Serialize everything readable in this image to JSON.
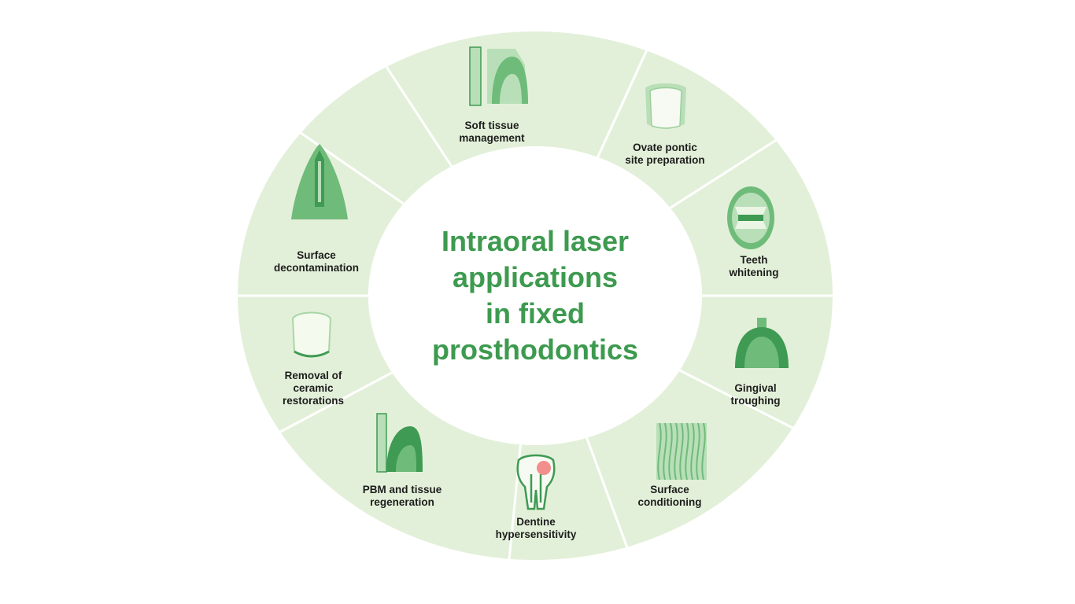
{
  "title": "Intraoral laser\napplications\nin fixed\nprosthodontics",
  "colors": {
    "ring_fill": "#e3f0d9",
    "ring_divider": "#ffffff",
    "center_fill": "#ffffff",
    "title_text": "#3d9a4f",
    "icon_dark": "#3f9a53",
    "icon_mid": "#6fbb7a",
    "icon_light": "#b9dfb9",
    "label_text": "#1d1d1d"
  },
  "segments": [
    {
      "name": "soft-tissue-management",
      "label": "Soft tissue\nmanagement",
      "icon": "soft-tissue-icon"
    },
    {
      "name": "ovate-pontic-site-preparation",
      "label": "Ovate pontic\nsite preparation",
      "icon": "crown-icon"
    },
    {
      "name": "teeth-whitening",
      "label": "Teeth\nwhitening",
      "icon": "open-mouth-icon"
    },
    {
      "name": "gingival-troughing",
      "label": "Gingival\ntroughing",
      "icon": "impression-tray-icon"
    },
    {
      "name": "surface-conditioning",
      "label": "Surface\nconditioning",
      "icon": "enamel-texture-icon"
    },
    {
      "name": "dentine-hypersensitivity",
      "label": "Dentine\nhypersensitivity",
      "icon": "sensitive-tooth-icon"
    },
    {
      "name": "pbm-and-tissue-regeneration",
      "label": "PBM and tissue\nregeneration",
      "icon": "tooth-gum-icon"
    },
    {
      "name": "removal-of-ceramic-restorations",
      "label": "Removal of\nceramic\nrestorations",
      "icon": "ceramic-crown-icon"
    },
    {
      "name": "surface-decontamination",
      "label": "Surface\ndecontamination",
      "icon": "implant-section-icon"
    }
  ]
}
